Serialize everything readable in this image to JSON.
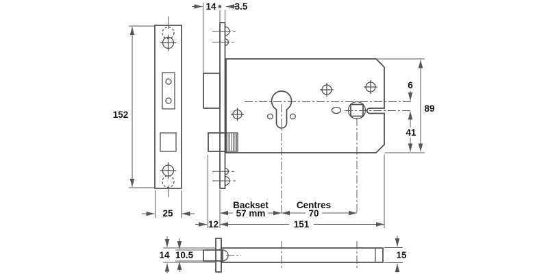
{
  "drawing": {
    "dims": {
      "latch_projection": "14",
      "faceplate_thickness": "3.5",
      "faceplate_height": "152",
      "faceplate_width": "25",
      "deadbolt_projection": "12",
      "case_length": "151",
      "backset_label": "Backset",
      "backset_value": "57 mm",
      "centres_label": "Centres",
      "centres_value": "70",
      "centre_offset": "6",
      "case_height": "89",
      "centre_to_bottom": "41",
      "case_depth": "14",
      "latch_depth": "10.5",
      "end_depth": "15"
    },
    "colors": {
      "line": "#4a4a4a",
      "dim": "#5a5a5a",
      "text": "#141414",
      "background": "#ffffff"
    }
  }
}
